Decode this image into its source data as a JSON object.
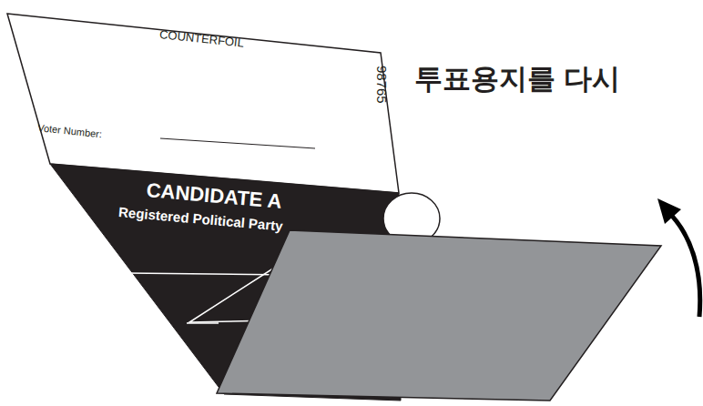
{
  "diagram": {
    "nodes": [
      {
        "text": [
          "COUNTERFOIL",
          "98765",
          "Voter Number:"
        ]
      },
      {
        "text": [
          "CANDIDATE A",
          "Registered Political Party"
        ]
      }
    ],
    "labels": [
      "투표용지를 다시"
    ]
  }
}
